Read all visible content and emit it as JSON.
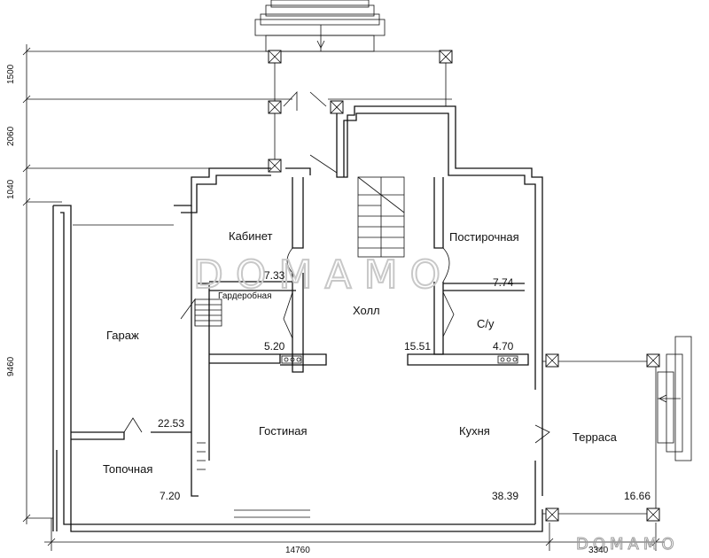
{
  "rooms": {
    "garage": {
      "name": "Гараж",
      "area": "22.53"
    },
    "boiler": {
      "name": "Топочная",
      "area": "7.20"
    },
    "study": {
      "name": "Кабинет",
      "area": "7.33"
    },
    "wardrobe": {
      "name": "Гардеробная",
      "area": "5.20"
    },
    "hall": {
      "name": "Холл",
      "area": "15.51"
    },
    "laundry": {
      "name": "Постирочная",
      "area": "7.74"
    },
    "wc": {
      "name": "С/у",
      "area": "4.70"
    },
    "living": {
      "name": "Гостиная"
    },
    "kitchen": {
      "name": "Кухня",
      "area": "38.39"
    },
    "terrace": {
      "name": "Терраса",
      "area": "16.66"
    }
  },
  "dimensions": {
    "d1500": "1500",
    "d2060": "2060",
    "d1040": "1040",
    "d9460": "9460",
    "d14760": "14760",
    "d3340": "3340"
  },
  "watermark": {
    "main": "DOMAMO",
    "corner": "DOMAMO"
  }
}
